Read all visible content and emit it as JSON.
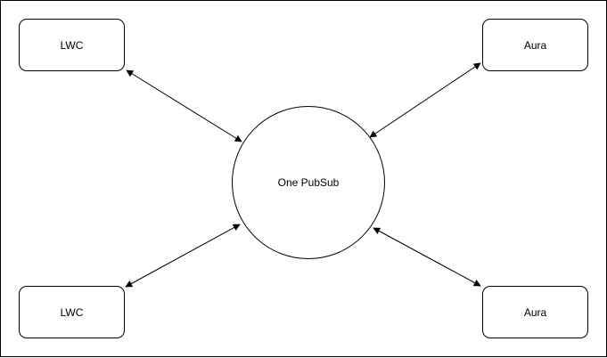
{
  "diagram": {
    "hub": {
      "label": "One PubSub"
    },
    "nodes": {
      "top_left": {
        "label": "LWC"
      },
      "top_right": {
        "label": "Aura"
      },
      "bottom_left": {
        "label": "LWC"
      },
      "bottom_right": {
        "label": "Aura"
      }
    },
    "connections": [
      {
        "from": "top_left",
        "to": "hub",
        "style": "bidirectional-arrow"
      },
      {
        "from": "top_right",
        "to": "hub",
        "style": "bidirectional-arrow"
      },
      {
        "from": "bottom_left",
        "to": "hub",
        "style": "bidirectional-arrow"
      },
      {
        "from": "bottom_right",
        "to": "hub",
        "style": "bidirectional-arrow"
      }
    ],
    "colors": {
      "stroke": "#000000",
      "fill": "#ffffff"
    }
  }
}
